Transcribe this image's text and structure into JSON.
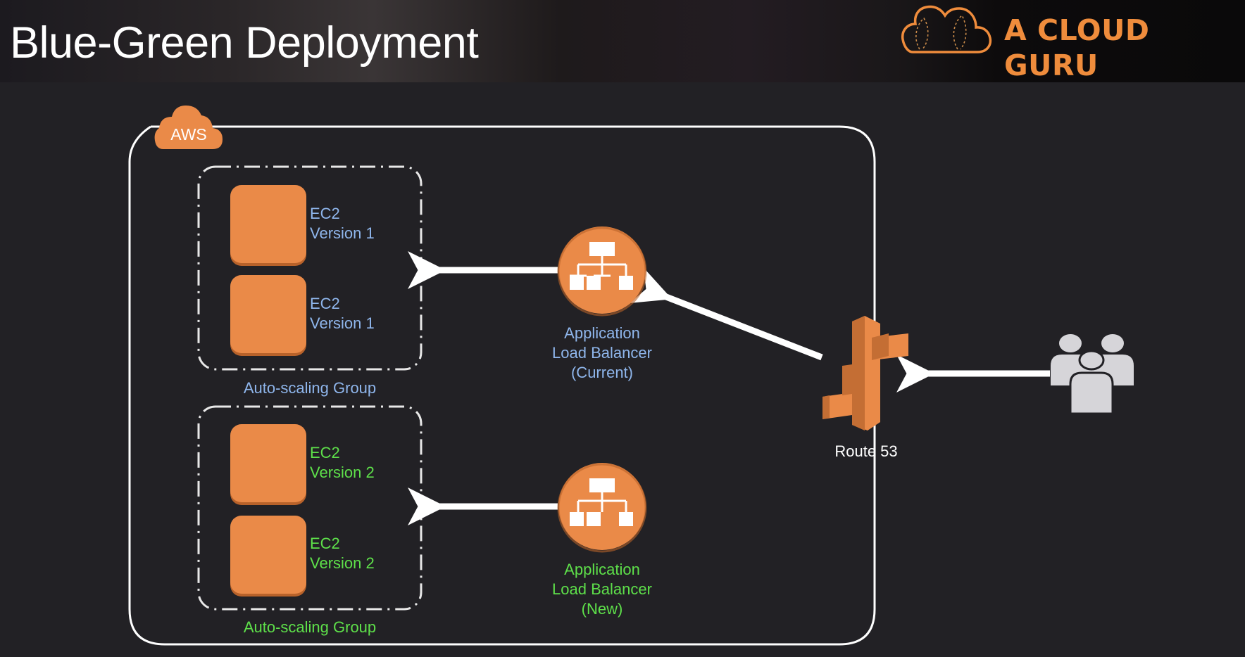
{
  "header": {
    "title": "Blue-Green Deployment",
    "brand": "A CLOUD GURU",
    "brand_icon": "cloud-logo-icon"
  },
  "colors": {
    "accent_orange": "#ea8a48",
    "brand_orange": "#ef8c3c",
    "blue_label": "#8fb6ec",
    "green_label": "#5ee04a",
    "background": "#222125"
  },
  "aws": {
    "badge": "AWS",
    "icon": "aws-cloud-icon"
  },
  "asg_blue": {
    "label": "Auto-scaling Group",
    "instances": [
      {
        "name": "EC2",
        "version": "Version 1"
      },
      {
        "name": "EC2",
        "version": "Version 1"
      }
    ]
  },
  "asg_green": {
    "label": "Auto-scaling Group",
    "instances": [
      {
        "name": "EC2",
        "version": "Version 2"
      },
      {
        "name": "EC2",
        "version": "Version 2"
      }
    ]
  },
  "alb_current": {
    "line1": "Application",
    "line2": "Load Balancer",
    "line3": "(Current)",
    "icon": "load-balancer-icon"
  },
  "alb_new": {
    "line1": "Application",
    "line2": "Load Balancer",
    "line3": "(New)",
    "icon": "load-balancer-icon"
  },
  "route53": {
    "label": "Route 53",
    "icon": "route53-icon"
  },
  "users": {
    "icon": "users-icon"
  }
}
